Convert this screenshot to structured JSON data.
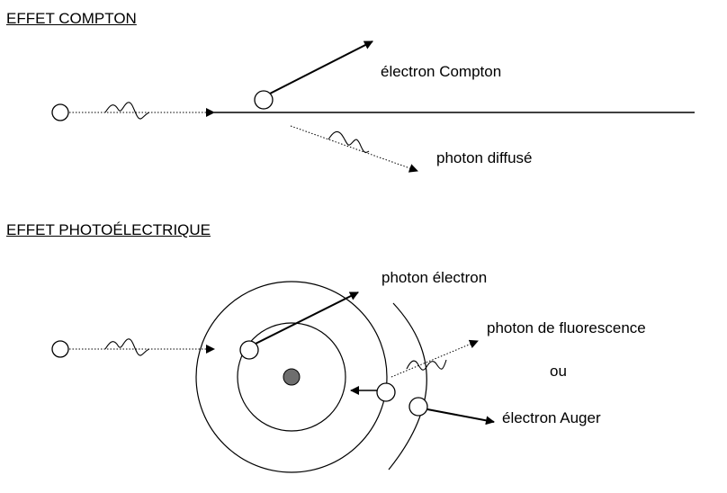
{
  "compton": {
    "title": "EFFET COMPTON",
    "electron_label": "électron Compton",
    "scattered_photon_label": "photon diffusé"
  },
  "photoelectric": {
    "title": "EFFET PHOTOÉLECTRIQUE",
    "photoelectron_label": "photon électron",
    "fluorescence_label": "photon de fluorescence",
    "or_label": "ou",
    "auger_label": "électron Auger"
  },
  "colors": {
    "stroke": "#000000",
    "nucleus": "#6e6e6e"
  }
}
